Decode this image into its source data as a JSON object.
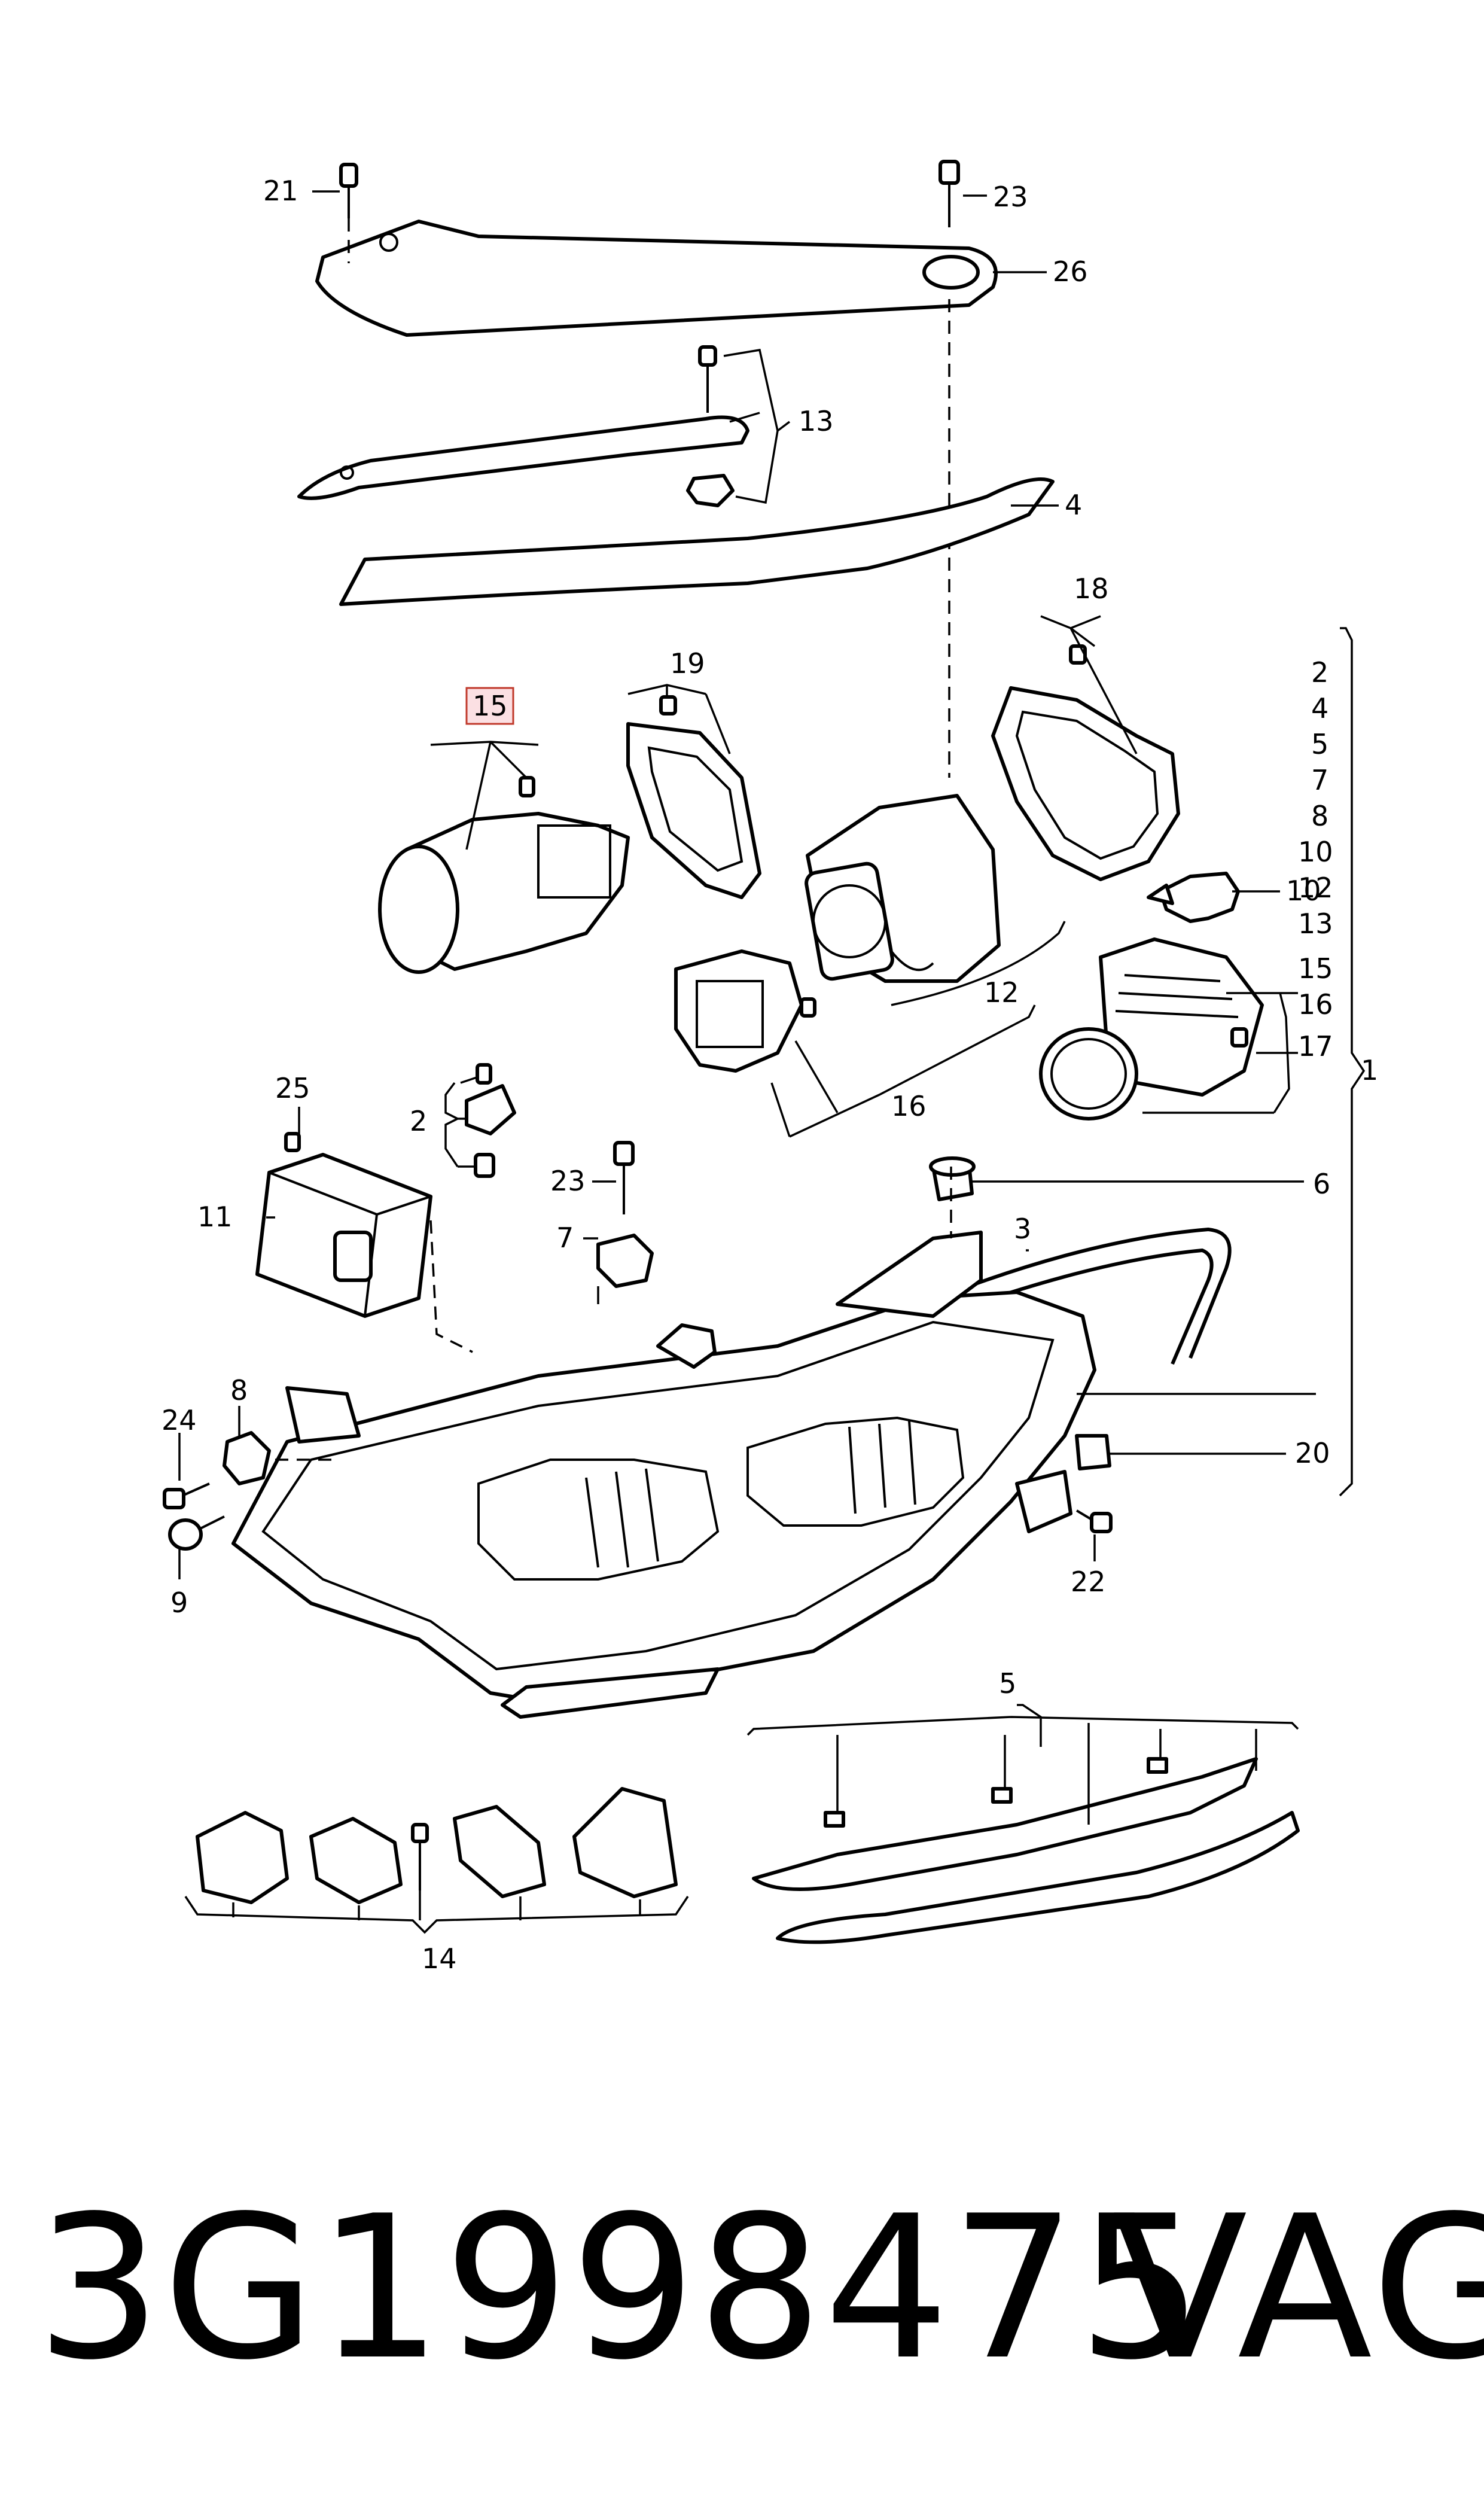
{
  "diagram": {
    "callouts": {
      "c21": "21",
      "c23a": "23",
      "c26": "26",
      "c13": "13",
      "c4": "4",
      "c18": "18",
      "c19": "19",
      "c15": "15",
      "c10": "10",
      "c12": "12",
      "c16": "16",
      "c17": "17",
      "c1": "1",
      "c25": "25",
      "c2": "2",
      "c11": "11",
      "c23b": "23",
      "c7": "7",
      "c6": "6",
      "c3": "3",
      "c8": "8",
      "c24": "24",
      "c9": "9",
      "c20": "20",
      "c22": "22",
      "c5": "5",
      "c14": "14"
    },
    "right_column": [
      "2",
      "4",
      "5",
      "7",
      "8",
      "10",
      "12",
      "13",
      "15",
      "16",
      "17"
    ],
    "highlight_color": "#c0392b"
  },
  "footer": {
    "part_number": "3G1998475",
    "brand": "VAG"
  }
}
